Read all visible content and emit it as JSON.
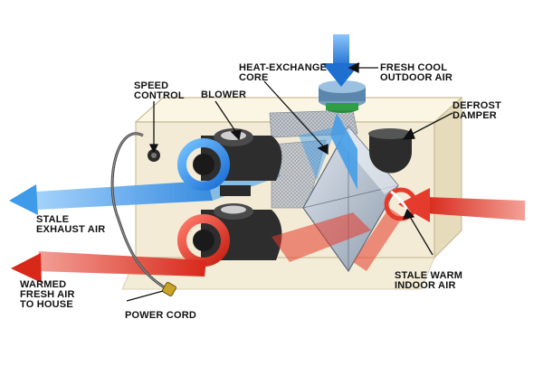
{
  "labels": {
    "heat_exchange_core": [
      "HEAT-EXCHANGE",
      "CORE"
    ],
    "fresh_cool_outdoor_air": [
      "FRESH COOL",
      "OUTDOOR AIR"
    ],
    "speed_control": [
      "SPEED",
      "CONTROL"
    ],
    "blower": [
      "BLOWER"
    ],
    "defrost_damper": [
      "DEFROST",
      "DAMPER"
    ],
    "stale_exhaust_air": [
      "STALE",
      "EXHAUST AIR"
    ],
    "stale_warm_indoor_air": [
      "STALE WARM",
      "INDOOR AIR"
    ],
    "warmed_fresh_air_to_house": [
      "WARMED",
      "FRESH AIR",
      "TO HOUSE"
    ],
    "power_cord": [
      "POWER CORD"
    ]
  },
  "colors": {
    "cool_air": "#3d9be9",
    "warm_air": "#e53b2c",
    "cabinet": "#f3ead3",
    "cabinet_edge": "#c9bd98",
    "core": "#9aa7b8",
    "leader_line": "#111111"
  }
}
